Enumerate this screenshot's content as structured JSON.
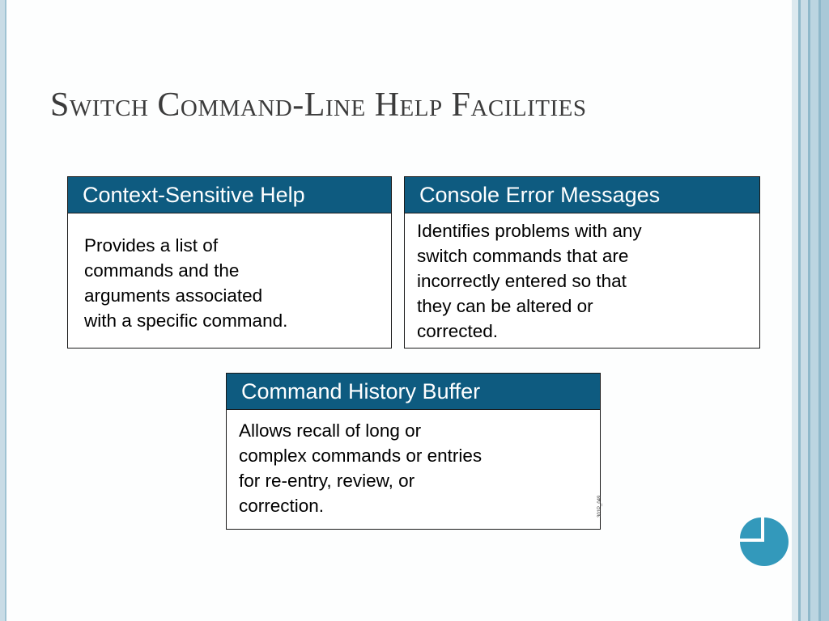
{
  "slide": {
    "title": "Switch Command-Line Help Facilities"
  },
  "boxes": {
    "context": {
      "header": "Context-Sensitive Help",
      "body": "Provides a list of\ncommands and the\narguments associated\nwith a specific command."
    },
    "console": {
      "header": "Console Error Messages",
      "body": "Identifies problems with any\nswitch commands that are\nincorrectly entered so that\nthey can be altered or\ncorrected."
    },
    "history": {
      "header": "Command History Buffer",
      "body": "Allows recall of long or\ncomplex commands or entries\nfor re-entry, review, or\ncorrection."
    }
  },
  "figure_code": "301P_049",
  "colors": {
    "header_fill": "#0e5b80",
    "header_text": "#ffffff",
    "accent_circle": "#3399bb",
    "stripe_light": "#c9dce6",
    "stripe_mid": "#9fc3d3",
    "title_text": "#3b3b3b"
  }
}
